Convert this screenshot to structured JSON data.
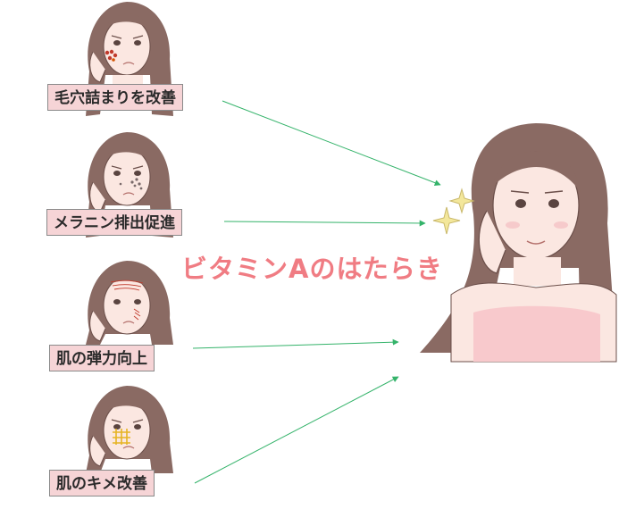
{
  "title": "ビタミンAのはたらき",
  "labels": [
    "毛穴詰まりを改善",
    "メラニン排出促進",
    "肌の弾力向上",
    "肌のキメ改善"
  ],
  "colors": {
    "label_bg": "#f6d4d6",
    "label_border": "#8a8a8a",
    "title": "#f07c83",
    "arrow": "#34b36a",
    "hair": "#8a6a63",
    "skin": "#fbe7e1"
  },
  "icons": [
    "clogged-pores-icon",
    "dark-spots-icon",
    "wrinkles-icon",
    "rough-texture-icon",
    "sparkle-icon"
  ]
}
